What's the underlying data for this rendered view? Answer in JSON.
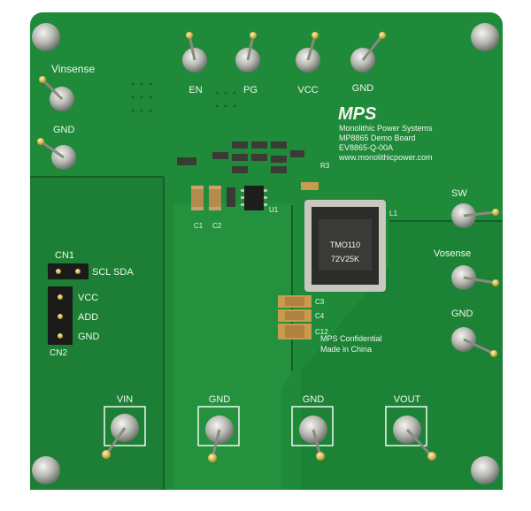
{
  "labels": {
    "vinsense": "Vinsense",
    "gnd_left": "GND",
    "en": "EN",
    "pg": "PG",
    "vcc_top": "VCC",
    "gnd_top": "GND",
    "sw": "SW",
    "vosense": "Vosense",
    "gnd_right": "GND",
    "cn1": "CN1",
    "scl_sda": "SCL SDA",
    "vcc_cn2": "VCC",
    "add": "ADD",
    "gnd_cn2": "GND",
    "cn2": "CN2",
    "vin": "VIN",
    "gnd_bottom_1": "GND",
    "gnd_bottom_2": "GND",
    "vout": "VOUT",
    "l1": "L1",
    "c3": "C3",
    "c4": "C4",
    "c12": "C12",
    "c1": "C1",
    "c2": "C2",
    "u1": "U1",
    "r3": "R3"
  },
  "brand": {
    "logo": "MPS",
    "company": "Monolithic Power Systems",
    "board": "MP8865 Demo Board",
    "ev_code": "EV8865-Q-00A",
    "website": "www.monolithicpower.com"
  },
  "inductor_marking": {
    "line1": "TMO110",
    "line2": "72V25K"
  },
  "confidential": {
    "line1": "MPS Confidential",
    "line2": "Made in China"
  },
  "colors": {
    "pcb": "#1f8a3a",
    "pcb_dark": "#17702c",
    "silkscreen": "#f2f7ee",
    "gold": "#c9b04a"
  }
}
